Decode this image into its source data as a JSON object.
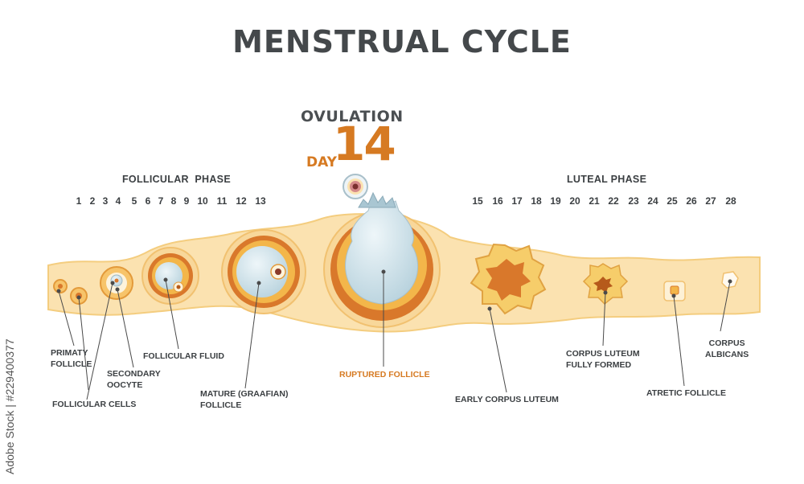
{
  "title": "MENSTRUAL CYCLE",
  "ovulation": {
    "word": "OVULATION",
    "day_word": "DAY",
    "day_number": "14"
  },
  "phases": {
    "follicular": "FOLLICULAR  PHASE",
    "luteal": "LUTEAL PHASE"
  },
  "follicular_days": [
    "1",
    "2",
    "3",
    "4",
    "5",
    "6",
    "7",
    "8",
    "9",
    "10",
    "11",
    "12",
    "13"
  ],
  "luteal_days": [
    "15",
    "16",
    "17",
    "18",
    "19",
    "20",
    "21",
    "22",
    "23",
    "24",
    "25",
    "26",
    "27",
    "28"
  ],
  "labels": {
    "primary_follicle": [
      "PRIMATY",
      "FOLLICLE"
    ],
    "follicular_cells": [
      "FOLLICULAR CELLS"
    ],
    "secondary_oocyte": [
      "SECONDARY",
      "OOCYTE"
    ],
    "follicular_fluid": [
      "FOLLICULAR FLUID"
    ],
    "mature_follicle": [
      "MATURE (GRAAFIAN)",
      "FOLLICLE"
    ],
    "ruptured_follicle": [
      "RUPTURED FOLLICLE"
    ],
    "early_corpus_luteum": [
      "EARLY CORPUS LUTEUM"
    ],
    "corpus_luteum_formed": [
      "CORPUS LUTEUM",
      "FULLY FORMED"
    ],
    "atretic_follicle": [
      "ATRETIC FOLLICLE"
    ],
    "corpus_albicans": [
      "CORPUS",
      "ALBICANS"
    ]
  },
  "watermark": "Adobe Stock | #229400377",
  "colors": {
    "tissue": "#fbe5b7",
    "tissue_edge": "#f4cf85",
    "theca": "#d9782b",
    "granulosa": "#f3b64a",
    "fluid": "#cde0e8",
    "text": "#3b3f42",
    "accent": "#d67a22"
  }
}
